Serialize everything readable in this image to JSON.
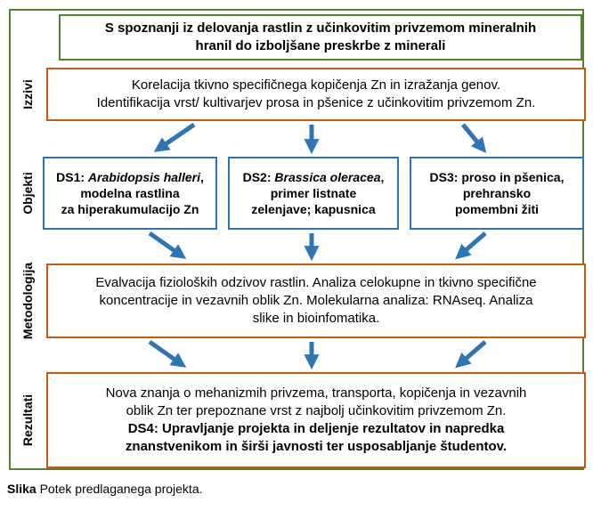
{
  "title": {
    "line1": "S spoznanji iz delovanja rastlin z učinkovitim privzemom mineralnih",
    "line2": "hranil do izboljšane preskrbe z minerali"
  },
  "side_labels": {
    "izzivi": "Izzivi",
    "objekti": "Objekti",
    "metodologija": "Metodologija",
    "rezultati": "Rezultati"
  },
  "izzivi": {
    "line1": "Korelacija tkivno specifičnega kopičenja Zn in izražanja genov.",
    "line2": "Identifikacija vrst/ kultivarjev prosa in pšenice z učinkovitim privzemom Zn."
  },
  "ds1": {
    "prefix": "DS1: ",
    "species": "Arabidopsis halleri",
    "suffix": ",",
    "line2": "modelna rastlina",
    "line3": "za hiperakumulacijo Zn"
  },
  "ds2": {
    "prefix": "DS2: ",
    "species": "Brassica oleracea",
    "suffix": ",",
    "line2": "primer listnate",
    "line3": "zelenjave; kapusnica"
  },
  "ds3": {
    "line1": "DS3: proso in pšenica,",
    "line2": "prehransko",
    "line3": "pomembni žiti"
  },
  "metodologija": {
    "line1": "Evalvacija fizioloških odzivov rastlin. Analiza celokupne in tkivno specifične",
    "line2": "koncentracije in vezavnih oblik Zn. Molekularna analiza: RNAseq. Analiza",
    "line3": "slike in bioinfomatika."
  },
  "rezultati": {
    "line1": "Nova znanja o mehanizmih privzema, transporta, kopičenja in vezavnih",
    "line2": "oblik Zn ter prepoznane vrst z najbolj učinkovitim privzemom Zn.",
    "line3": "DS4: Upravljanje projekta in deljenje rezultatov in napredka",
    "line4": "znanstvenikom in širši javnosti ter usposabljanje študentov."
  },
  "caption": {
    "bold": "Slika",
    "text": " Potek predlaganega projekta."
  },
  "colors": {
    "frame_green": "#548235",
    "box_orange": "#c55a11",
    "box_blue": "#2e75b6",
    "arrow_blue": "#2e75b6"
  }
}
